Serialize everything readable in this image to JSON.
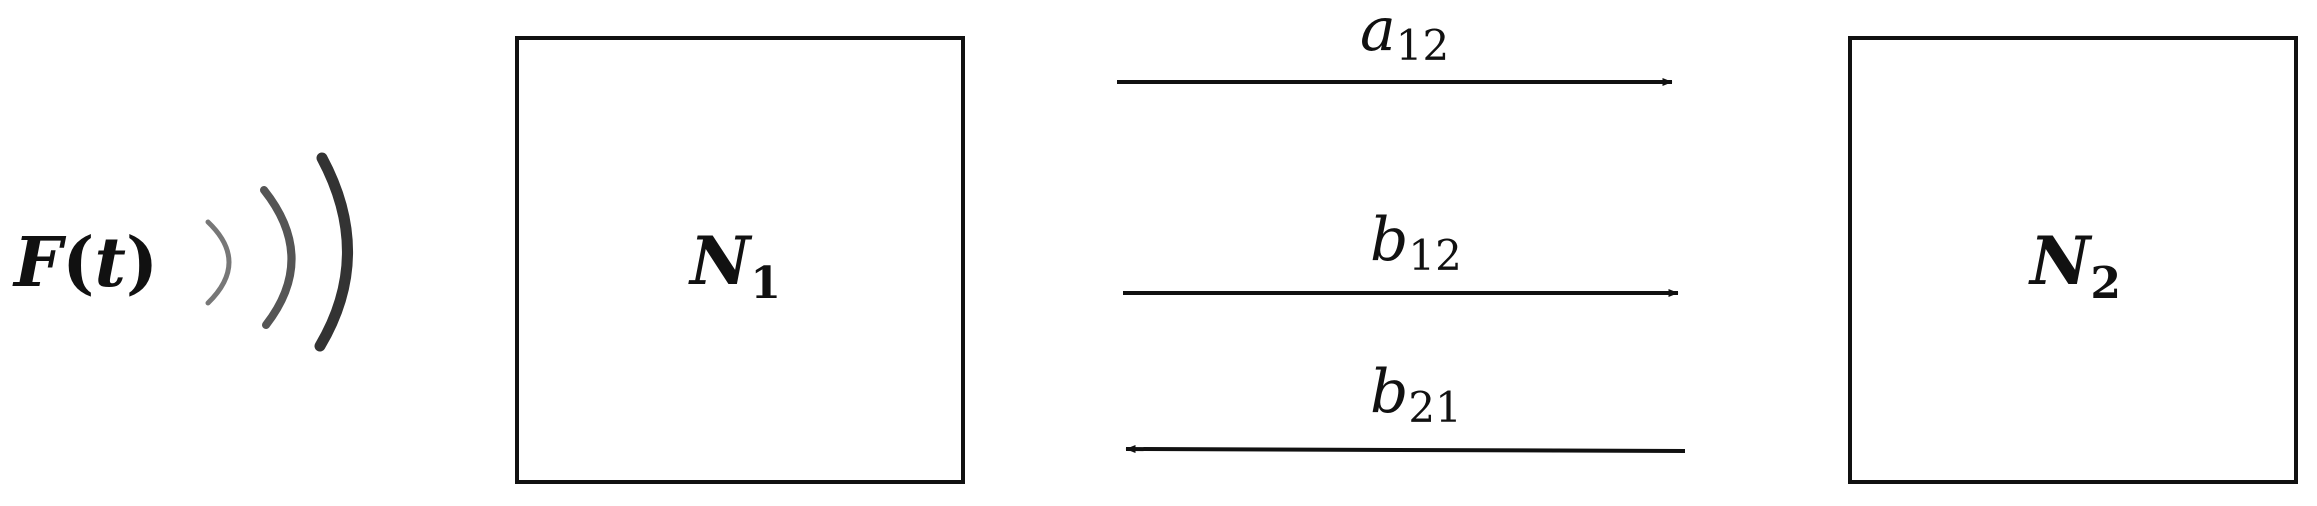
{
  "source": {
    "symbol": "F",
    "argument": "t"
  },
  "nodes": [
    {
      "symbol": "N",
      "subscript": "1"
    },
    {
      "symbol": "N",
      "subscript": "2"
    }
  ],
  "edges": [
    {
      "symbol": "a",
      "subscript": "12",
      "direction": "N1 → N2"
    },
    {
      "symbol": "b",
      "subscript": "12",
      "direction": "N1 → N2"
    },
    {
      "symbol": "b",
      "subscript": "21",
      "direction": "N2 → N1"
    }
  ],
  "colors": {
    "stroke": "#111111",
    "wave_inner": "#777777",
    "wave_middle": "#555555",
    "wave_outer": "#333333"
  }
}
